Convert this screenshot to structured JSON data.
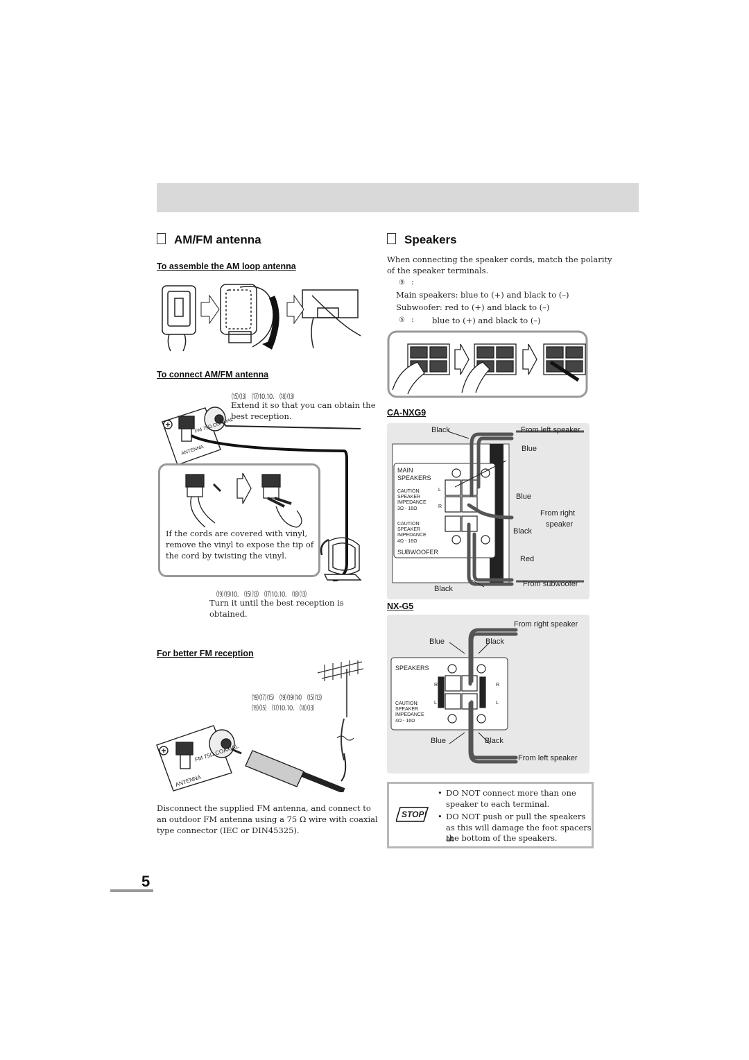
{
  "left": {
    "title": "AM/FM antenna",
    "assemble_heading": "To assemble the AM loop antenna",
    "connect_heading": "To connect AM/FM antenna",
    "fm_glyphs": "⒂⒀ ⒄⒑⒑ ⒅⒀",
    "fm_note_line1": "Extend it so that you can obtain the",
    "fm_note_line2": "best reception.",
    "terminal_fm_label": "FM 75Ω COAXIAL",
    "terminal_antenna_label": "ANTENNA",
    "vinyl_line1": "If the cords are covered with vinyl,",
    "vinyl_line2": "remove the vinyl to expose the tip of",
    "vinyl_line3": "the cord by twisting the vinyl.",
    "am_glyphs": "⒆⒆⒑ ⒂⒀ ⒄⒑⒑ ⒅⒀",
    "am_note_line1": "Turn it until the best reception is",
    "am_note_line2": "obtained.",
    "better_fm_heading": "For better FM reception",
    "outdoor_glyphs_1": "⒆⒄⒂ ⒆⒆⒁ ⒂⒀",
    "outdoor_glyphs_2": "⒆⒂ ⒄⒑⒑ ⒅⒀",
    "coax_fm_label": "FM 75Ω COAXIAL",
    "coax_antenna_label": "ANTENNA",
    "disconnect_line1": "Disconnect the supplied FM antenna, and connect to",
    "disconnect_line2": "an outdoor FM antenna using a 75 Ω wire with coaxial",
    "disconnect_line3": "type connector (IEC or DIN45325)."
  },
  "right": {
    "title": "Speakers",
    "intro_line1": "When connecting the speaker cords, match the polarity",
    "intro_line2": "of the speaker terminals.",
    "nxg9_glyph": "⑨ :",
    "main_polarity": "Main speakers: blue to (+) and black to (–)",
    "sub_polarity": "Subwoofer: red to (+) and black to (–)",
    "nxg5_glyph": "⑤ :",
    "g5_polarity": "blue to (+) and black to (–)",
    "model_1": "CA-NXG9",
    "g9": {
      "black_top": "Black",
      "from_left": "From left speaker",
      "blue_top": "Blue",
      "blue_mid": "Blue",
      "from_right": "From right",
      "speaker": "speaker",
      "black_mid": "Black",
      "red": "Red",
      "black_bottom": "Black",
      "from_sub": "From subwoofer",
      "panel_main": "MAIN",
      "panel_speakers": "SPEAKERS",
      "panel_caution": "CAUTION:",
      "panel_speaker": "SPEAKER",
      "panel_impedance": "IMPEDANCE",
      "panel_ohm_main": "3Ω - 16Ω",
      "panel_ohm_sub": "4Ω - 16Ω",
      "panel_subwoofer": "SUBWOOFER",
      "panel_l": "L",
      "panel_r": "R"
    },
    "model_2": "NX-G5",
    "g5": {
      "from_right": "From right speaker",
      "blue_top": "Blue",
      "black_top": "Black",
      "panel_speakers": "SPEAKERS",
      "panel_caution": "CAUTION:",
      "panel_speaker": "SPEAKER",
      "panel_impedance": "IMPEDANCE",
      "panel_ohm": "4Ω - 16Ω",
      "panel_r": "R",
      "panel_l": "L",
      "blue_bottom": "Blue",
      "black_bottom": "Black",
      "from_left": "From left speaker"
    },
    "warn_icon_text": "STOP!",
    "warn_1_line1": "DO NOT connect more than one",
    "warn_1_line2": "speaker to each terminal.",
    "warn_2_line1": "DO NOT push or pull the speakers",
    "warn_2_line2": "as this will damage the foot spacers at",
    "warn_2_line3": "the bottom of the speakers."
  },
  "page_number": "5",
  "colors": {
    "bar": "#d9d9d9",
    "panel_bg": "#e8e8e8",
    "wire": "#555555"
  }
}
